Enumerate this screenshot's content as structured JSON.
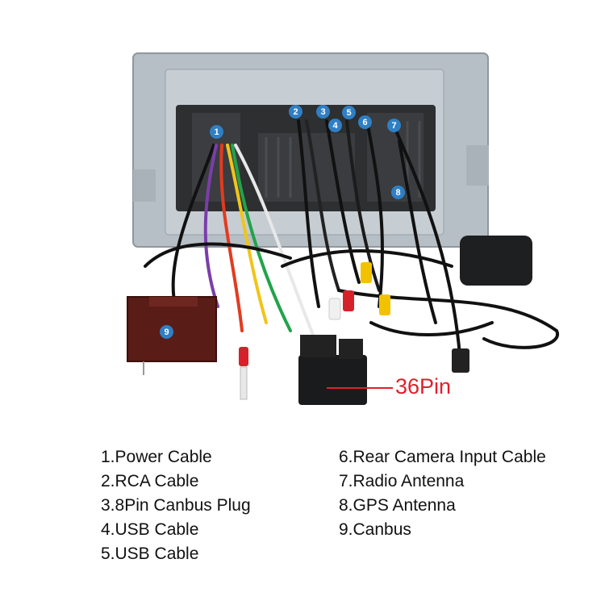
{
  "markers": [
    "1",
    "2",
    "3",
    "4",
    "5",
    "6",
    "7",
    "8",
    "9"
  ],
  "pin_label": "36Pin",
  "legend": {
    "left": [
      "1.Power Cable",
      "2.RCA Cable",
      "3.8Pin Canbus Plug",
      "4.USB Cable",
      "5.USB Cable"
    ],
    "right": [
      "6.Rear Camera Input Cable",
      "7.Radio Antenna",
      "8.GPS Antenna",
      "9.Canbus"
    ]
  }
}
